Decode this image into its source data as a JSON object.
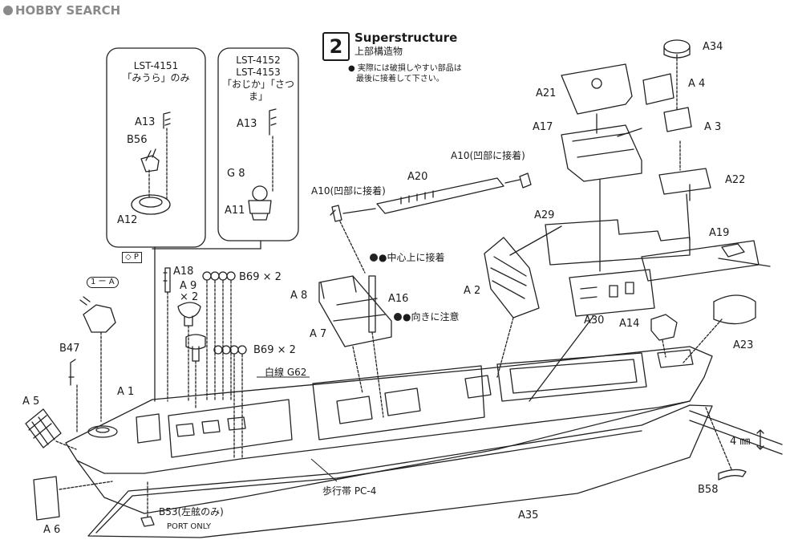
{
  "watermark": {
    "text": "HOBBY SEARCH"
  },
  "step": {
    "number": "2",
    "title": "Superstructure",
    "subtitle": "上部構造物",
    "note_line1": "● 実際には破損しやすい部品は",
    "note_line2": "最後に接着して下さい。"
  },
  "variant_boxes": [
    {
      "head": [
        "LST-4151",
        "「みうら」のみ"
      ]
    },
    {
      "head": [
        "LST-4152",
        "LST-4153",
        "「おじか」「さつま」"
      ]
    }
  ],
  "parts": {
    "a13_left": "A13",
    "b56": "B56",
    "a12": "A12",
    "a13_right": "A13",
    "g8": "G 8",
    "a11": "A11",
    "op_mark": "◇ P",
    "a18": "A18",
    "a9": "A 9",
    "a9_qty": "× 2",
    "b69_top": "B69 × 2",
    "b69_mid": "B69 × 2",
    "one_a": "1 ー A",
    "b47": "B47",
    "a5": "A 5",
    "a1": "A 1",
    "a6": "A 6",
    "white_line": "白線 G62",
    "walkway": "歩行帯 PC-4",
    "b53": "B53(左舷のみ)",
    "port_only": "PORT ONLY",
    "a35": "A35",
    "a10_left": "A10(凹部に接着)",
    "a10_right": "A10(凹部に接着)",
    "a20": "A20",
    "center_note": "●中心上に接着",
    "direction_note": "●向きに注意",
    "a8": "A 8",
    "a16": "A16",
    "a7": "A 7",
    "a2": "A 2",
    "a21": "A21",
    "a17": "A17",
    "a29": "A29",
    "a30": "A30",
    "a14": "A14",
    "a34": "A34",
    "a4": "A 4",
    "a3": "A 3",
    "a22": "A22",
    "a19": "A19",
    "a23": "A23",
    "dim_4mm": "4 ㎜",
    "b58": "B58"
  }
}
